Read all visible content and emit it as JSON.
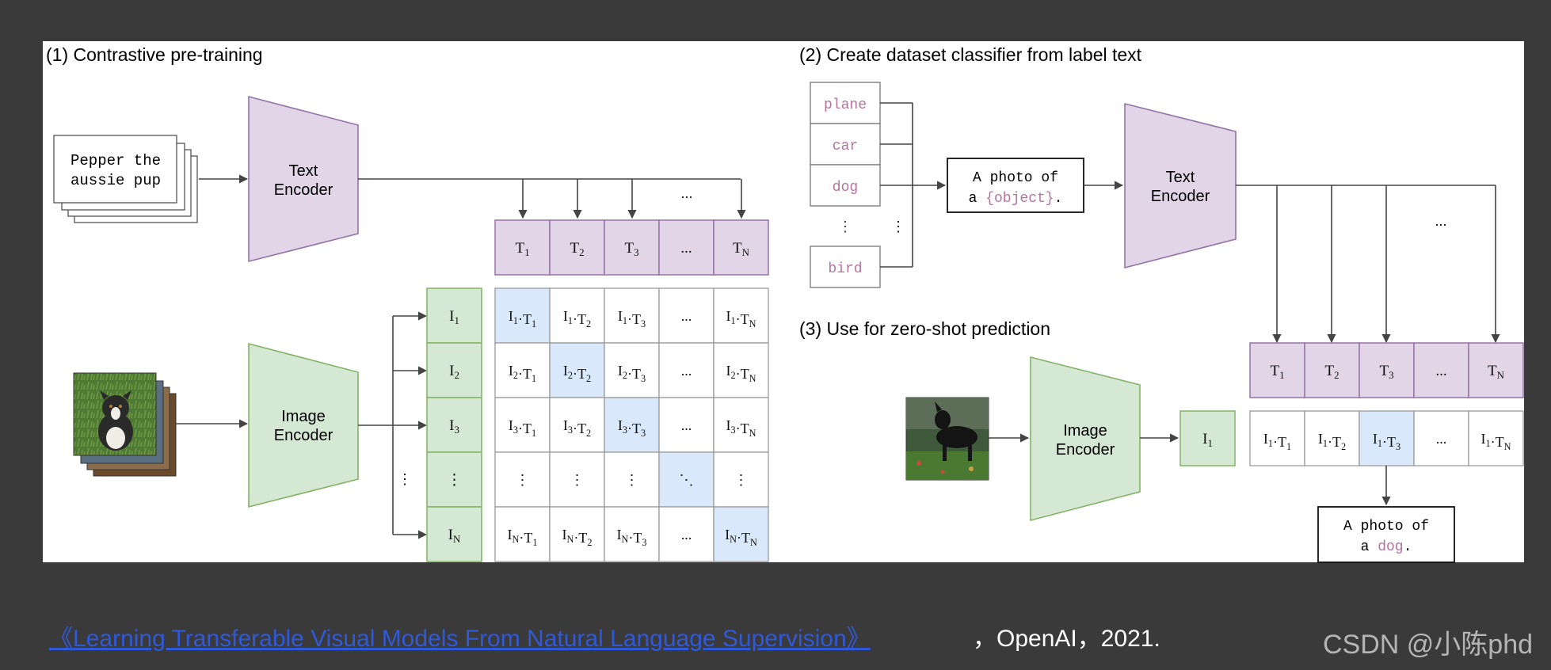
{
  "panel1": {
    "title": "(1) Contrastive pre-training",
    "caption_line1": "Pepper the",
    "caption_line2": "aussie pup",
    "text_encoder_line1": "Text",
    "text_encoder_line2": "Encoder",
    "image_encoder_line1": "Image",
    "image_encoder_line2": "Encoder",
    "t_cells": [
      "T1",
      "T2",
      "T3",
      "...",
      "TN"
    ],
    "i_cells": [
      "I1",
      "I2",
      "I3",
      "⋮",
      "IN"
    ],
    "matrix": [
      [
        "I1·T1",
        "I1·T2",
        "I1·T3",
        "...",
        "I1·TN"
      ],
      [
        "I2·T1",
        "I2·T2",
        "I2·T3",
        "...",
        "I2·TN"
      ],
      [
        "I3·T1",
        "I3·T2",
        "I3·T3",
        "...",
        "I3·TN"
      ],
      [
        "⋮",
        "⋮",
        "⋮",
        "⋱",
        "⋮"
      ],
      [
        "IN·T1",
        "IN·T2",
        "IN·T3",
        "...",
        "IN·TN"
      ]
    ],
    "ellipsis": "..."
  },
  "panel2": {
    "title": "(2) Create dataset classifier from label text",
    "labels": [
      "plane",
      "car",
      "dog",
      "⋮",
      "bird"
    ],
    "template_line1": "A photo of",
    "template_prefix": "a ",
    "template_slot": "{object}",
    "template_suffix": ".",
    "text_encoder_line1": "Text",
    "text_encoder_line2": "Encoder",
    "ellipsis": "..."
  },
  "panel3": {
    "title": "(3) Use for zero-shot prediction",
    "image_encoder_line1": "Image",
    "image_encoder_line2": "Encoder",
    "i_cell": "I1",
    "t_cells": [
      "T1",
      "T2",
      "T3",
      "...",
      "TN"
    ],
    "scores": [
      "I1·T1",
      "I1·T2",
      "I1·T3",
      "...",
      "I1·TN"
    ],
    "result_line1": "A photo of",
    "result_prefix": "a ",
    "result_word": "dog",
    "result_suffix": "."
  },
  "colors": {
    "purple_fill": "#e1d5e7",
    "purple_stroke": "#9673a6",
    "green_fill": "#d5e8d4",
    "green_stroke": "#82b366",
    "blue_fill": "#dae8fc",
    "label_pink": "#b5739d"
  },
  "footer": {
    "paper_title": "《Learning Transferable Visual Models From Natural Language Supervision》",
    "paper_suffix": "，OpenAI，2021.",
    "watermark": "CSDN @小陈phd"
  }
}
